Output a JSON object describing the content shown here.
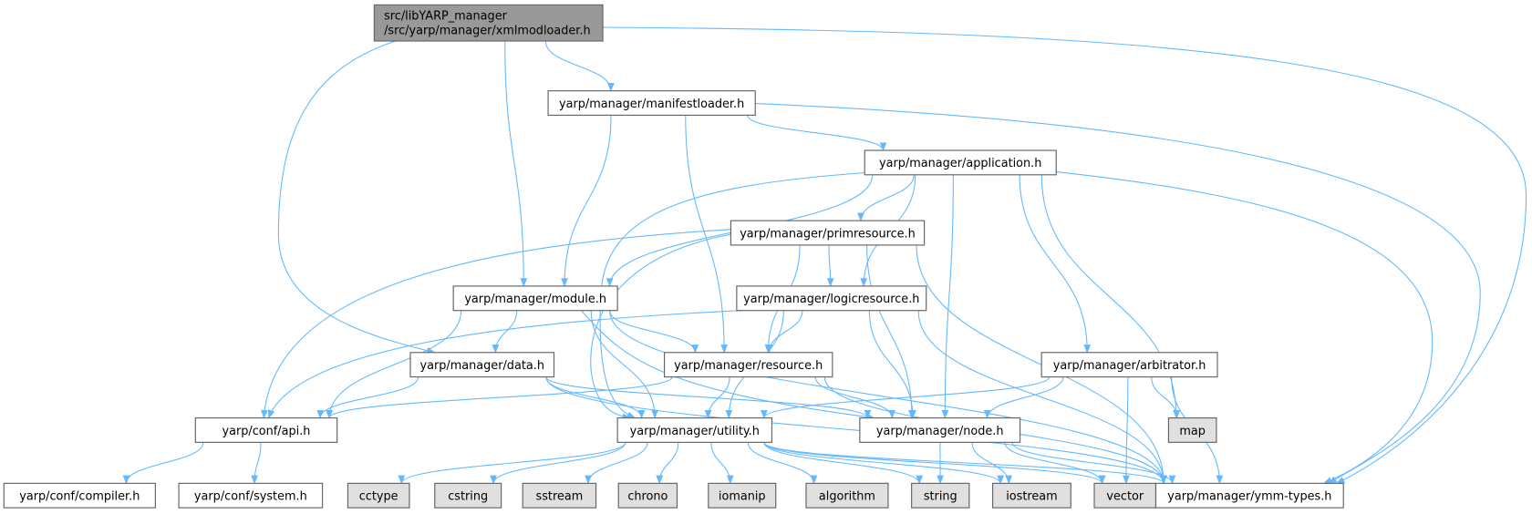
{
  "graph": {
    "type": "include-dependency-graph",
    "edge_color": "#63b8ff",
    "root_fill": "#999999",
    "external_fill": "#e0e0e0",
    "documented_fill": "#ffffff",
    "nodes": {
      "root": {
        "lines": [
          "src/libYARP_manager",
          "/src/yarp/manager/xmlmodloader.h"
        ],
        "kind": "root"
      },
      "manifestloader": {
        "label": "yarp/manager/manifestloader.h",
        "kind": "doc"
      },
      "application": {
        "label": "yarp/manager/application.h",
        "kind": "doc"
      },
      "primresource": {
        "label": "yarp/manager/primresource.h",
        "kind": "doc"
      },
      "module": {
        "label": "yarp/manager/module.h",
        "kind": "doc"
      },
      "logicresource": {
        "label": "yarp/manager/logicresource.h",
        "kind": "doc"
      },
      "data": {
        "label": "yarp/manager/data.h",
        "kind": "doc"
      },
      "resource": {
        "label": "yarp/manager/resource.h",
        "kind": "doc"
      },
      "arbitrator": {
        "label": "yarp/manager/arbitrator.h",
        "kind": "doc"
      },
      "api": {
        "label": "yarp/conf/api.h",
        "kind": "doc"
      },
      "utility": {
        "label": "yarp/manager/utility.h",
        "kind": "doc"
      },
      "node": {
        "label": "yarp/manager/node.h",
        "kind": "doc"
      },
      "map": {
        "label": "map",
        "kind": "ext"
      },
      "compiler": {
        "label": "yarp/conf/compiler.h",
        "kind": "doc"
      },
      "system": {
        "label": "yarp/conf/system.h",
        "kind": "doc"
      },
      "cctype": {
        "label": "cctype",
        "kind": "ext"
      },
      "cstring": {
        "label": "cstring",
        "kind": "ext"
      },
      "sstream": {
        "label": "sstream",
        "kind": "ext"
      },
      "chrono": {
        "label": "chrono",
        "kind": "ext"
      },
      "iomanip": {
        "label": "iomanip",
        "kind": "ext"
      },
      "algorithm": {
        "label": "algorithm",
        "kind": "ext"
      },
      "string": {
        "label": "string",
        "kind": "ext"
      },
      "iostream": {
        "label": "iostream",
        "kind": "ext"
      },
      "vector": {
        "label": "vector",
        "kind": "ext"
      },
      "ymm": {
        "label": "yarp/manager/ymm-types.h",
        "kind": "doc"
      }
    },
    "edges": [
      [
        "root",
        "manifestloader"
      ],
      [
        "root",
        "module"
      ],
      [
        "root",
        "data"
      ],
      [
        "root",
        "ymm"
      ],
      [
        "manifestloader",
        "application"
      ],
      [
        "manifestloader",
        "module"
      ],
      [
        "manifestloader",
        "resource"
      ],
      [
        "manifestloader",
        "ymm"
      ],
      [
        "application",
        "primresource"
      ],
      [
        "application",
        "logicresource"
      ],
      [
        "application",
        "module"
      ],
      [
        "application",
        "utility"
      ],
      [
        "application",
        "node"
      ],
      [
        "application",
        "arbitrator"
      ],
      [
        "application",
        "map"
      ],
      [
        "application",
        "ymm"
      ],
      [
        "primresource",
        "logicresource"
      ],
      [
        "primresource",
        "resource"
      ],
      [
        "primresource",
        "node"
      ],
      [
        "primresource",
        "api"
      ],
      [
        "primresource",
        "utility"
      ],
      [
        "primresource",
        "ymm"
      ],
      [
        "module",
        "data"
      ],
      [
        "module",
        "resource"
      ],
      [
        "module",
        "utility"
      ],
      [
        "module",
        "node"
      ],
      [
        "module",
        "api"
      ],
      [
        "module",
        "ymm"
      ],
      [
        "logicresource",
        "resource"
      ],
      [
        "logicresource",
        "utility"
      ],
      [
        "logicresource",
        "node"
      ],
      [
        "logicresource",
        "api"
      ],
      [
        "logicresource",
        "ymm"
      ],
      [
        "data",
        "api"
      ],
      [
        "data",
        "utility"
      ],
      [
        "data",
        "node"
      ],
      [
        "data",
        "ymm"
      ],
      [
        "resource",
        "api"
      ],
      [
        "resource",
        "utility"
      ],
      [
        "resource",
        "node"
      ],
      [
        "resource",
        "ymm"
      ],
      [
        "arbitrator",
        "utility"
      ],
      [
        "arbitrator",
        "node"
      ],
      [
        "arbitrator",
        "map"
      ],
      [
        "arbitrator",
        "vector"
      ],
      [
        "arbitrator",
        "ymm"
      ],
      [
        "api",
        "compiler"
      ],
      [
        "api",
        "system"
      ],
      [
        "utility",
        "cctype"
      ],
      [
        "utility",
        "cstring"
      ],
      [
        "utility",
        "sstream"
      ],
      [
        "utility",
        "chrono"
      ],
      [
        "utility",
        "iomanip"
      ],
      [
        "utility",
        "algorithm"
      ],
      [
        "utility",
        "string"
      ],
      [
        "utility",
        "iostream"
      ],
      [
        "utility",
        "vector"
      ],
      [
        "utility",
        "ymm"
      ],
      [
        "node",
        "string"
      ],
      [
        "node",
        "iostream"
      ],
      [
        "node",
        "vector"
      ],
      [
        "node",
        "ymm"
      ]
    ]
  }
}
